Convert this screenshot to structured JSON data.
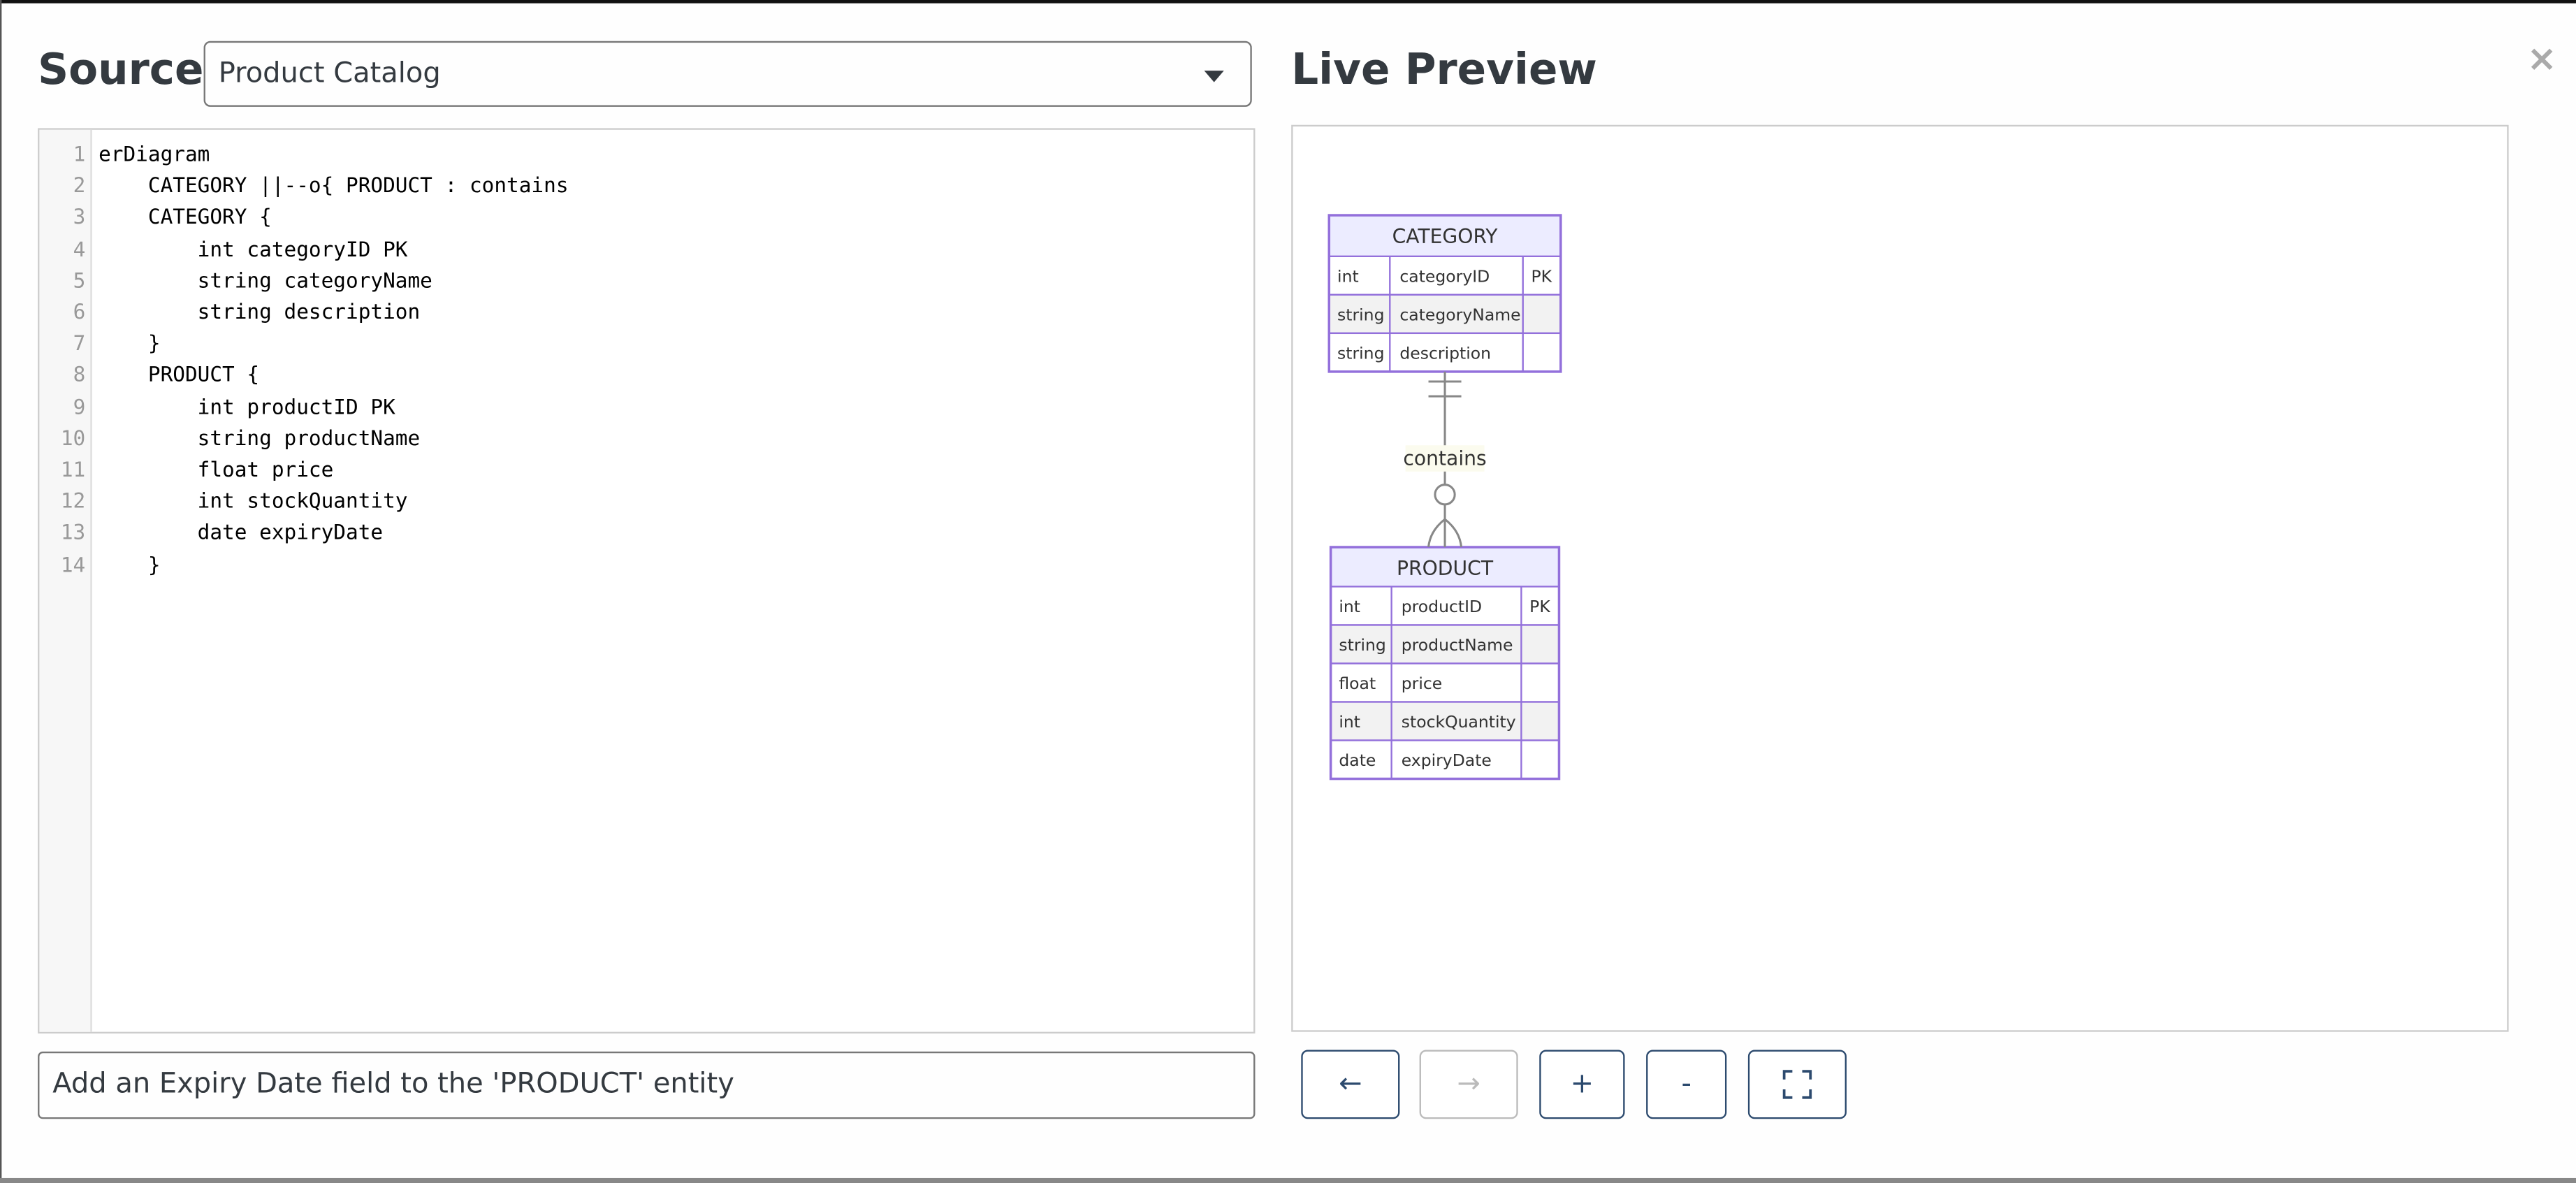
{
  "source": {
    "title": "Source",
    "selected_diagram": "Product Catalog",
    "code_lines": [
      "erDiagram",
      "    CATEGORY ||--o{ PRODUCT : contains",
      "    CATEGORY {",
      "        int categoryID PK",
      "        string categoryName",
      "        string description",
      "    }",
      "    PRODUCT {",
      "        int productID PK",
      "        string productName",
      "        float price",
      "        int stockQuantity",
      "        date expiryDate",
      "    }"
    ],
    "prompt_value": "Add an Expiry Date field to the 'PRODUCT' entity"
  },
  "preview": {
    "title": "Live Preview",
    "close_label": "×",
    "entities": [
      {
        "name": "CATEGORY",
        "attributes": [
          {
            "type": "int",
            "name": "categoryID",
            "key": "PK"
          },
          {
            "type": "string",
            "name": "categoryName",
            "key": ""
          },
          {
            "type": "string",
            "name": "description",
            "key": ""
          }
        ]
      },
      {
        "name": "PRODUCT",
        "attributes": [
          {
            "type": "int",
            "name": "productID",
            "key": "PK"
          },
          {
            "type": "string",
            "name": "productName",
            "key": ""
          },
          {
            "type": "float",
            "name": "price",
            "key": ""
          },
          {
            "type": "int",
            "name": "stockQuantity",
            "key": ""
          },
          {
            "type": "date",
            "name": "expiryDate",
            "key": ""
          }
        ]
      }
    ],
    "relationship": {
      "label": "contains",
      "from": "CATEGORY",
      "to": "PRODUCT",
      "from_cardinality": "exactly-one",
      "to_cardinality": "zero-or-more"
    },
    "colors": {
      "entity_border": "#9370db",
      "entity_header": "#ececff",
      "row_alt": "#f2f2f2",
      "line": "#888888"
    }
  },
  "toolbar": {
    "back_label": "←",
    "forward_label": "→",
    "zoom_in_label": "+",
    "zoom_out_label": "-",
    "fit_icon": "fullscreen-icon"
  }
}
